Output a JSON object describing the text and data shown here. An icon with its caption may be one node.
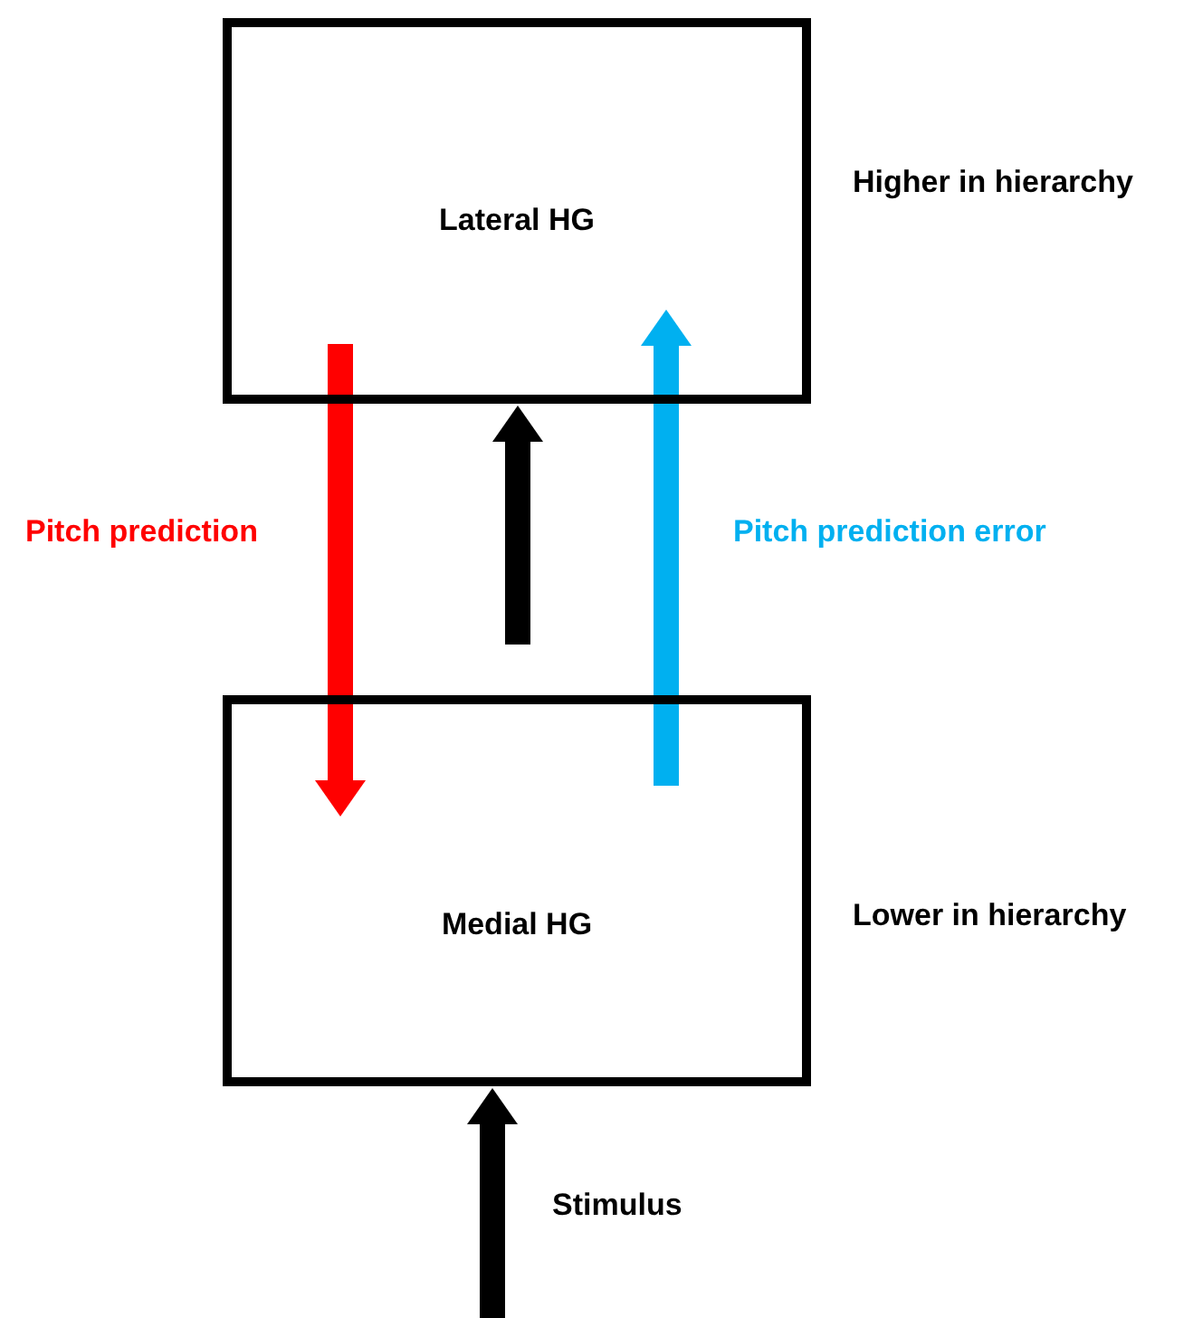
{
  "diagram": {
    "nodes": [
      {
        "text": [
          "Lateral HG"
        ],
        "beside": [
          "Higher in hierarchy"
        ]
      },
      {
        "text": [
          "Medial HG"
        ],
        "beside": [
          "Lower in hierarchy"
        ]
      }
    ],
    "edges": [
      {
        "from": 0,
        "to": 1,
        "arrow": "to",
        "label": "Pitch prediction",
        "color": "#ff0000"
      },
      {
        "from": 1,
        "to": 0,
        "arrow": "to",
        "label": "Pitch prediction error",
        "color": "#00b0f0"
      },
      {
        "from": null,
        "to": 0,
        "arrow": "to"
      },
      {
        "from": null,
        "to": 1,
        "arrow": "to",
        "label": "Stimulus"
      }
    ]
  }
}
